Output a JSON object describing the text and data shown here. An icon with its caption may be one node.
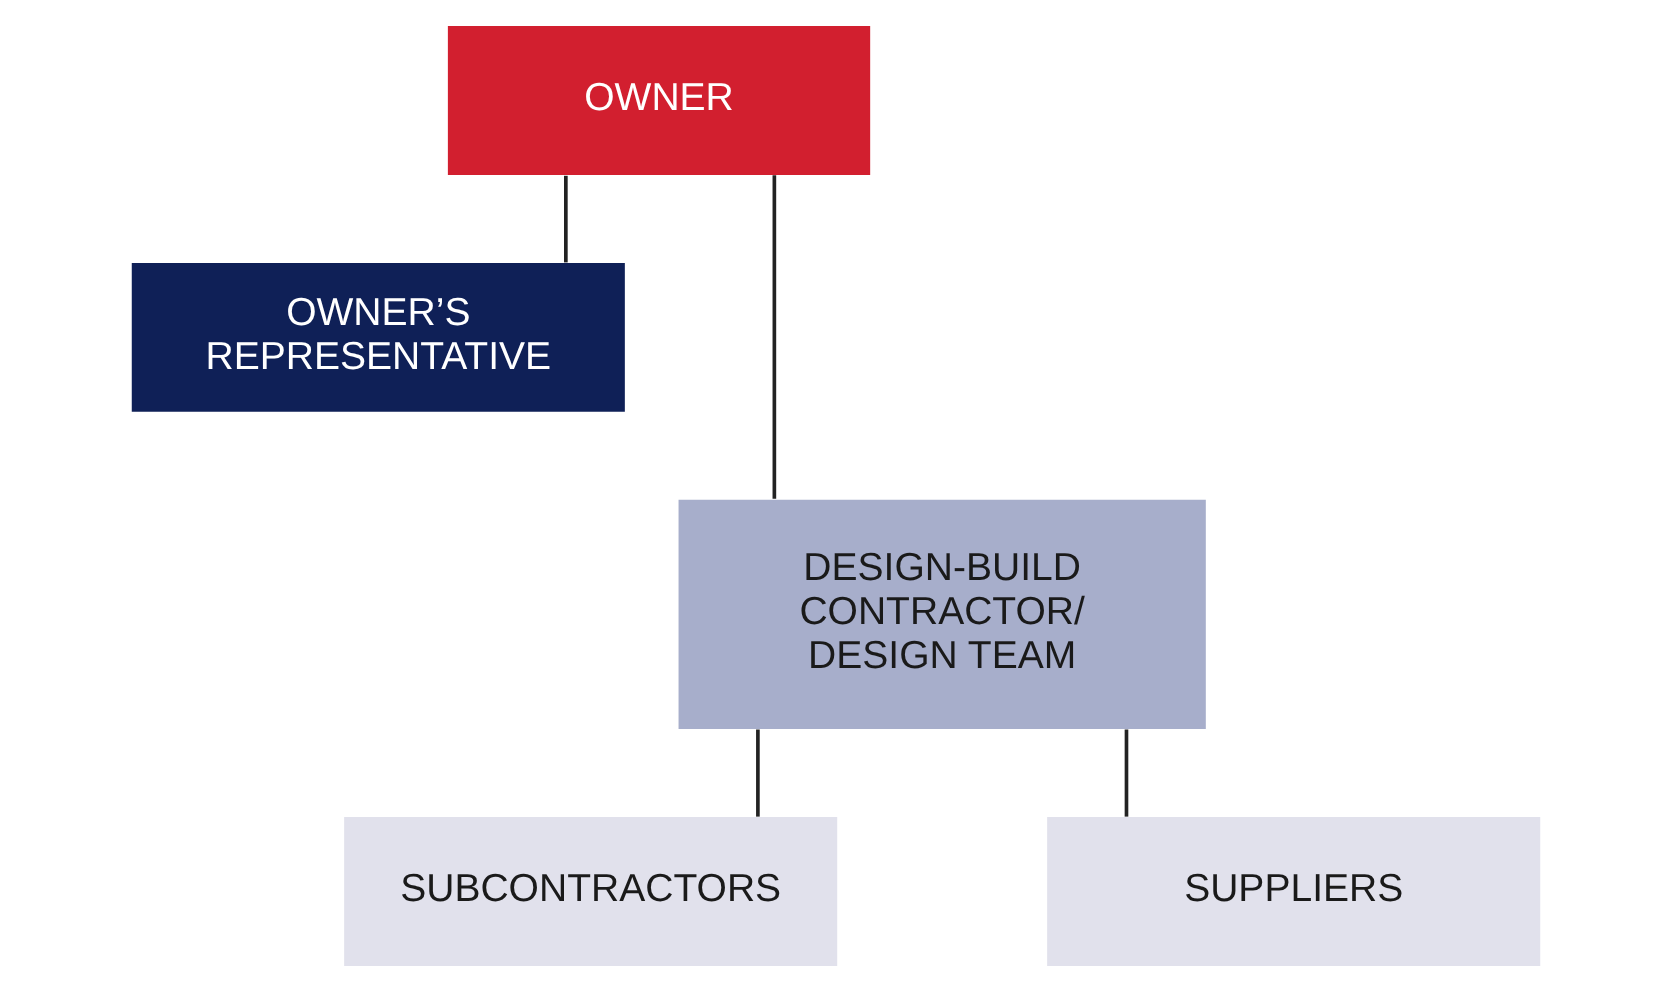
{
  "diagram": {
    "nodes": [
      {
        "text": [
          "OWNER"
        ]
      },
      {
        "text": [
          "OWNER’S REPRESENTATIVE"
        ]
      },
      {
        "text": [
          "DESIGN-BUILD CONTRACTOR/ DESIGN TEAM"
        ]
      },
      {
        "text": [
          "SUBCONTRACTORS"
        ]
      },
      {
        "text": [
          "SUPPLIERS"
        ]
      }
    ],
    "edges": [
      {
        "from": 0,
        "to": 2,
        "arrow": "none"
      },
      {
        "from": 1,
        "to": 0,
        "arrow": "none"
      },
      {
        "from": 2,
        "to": 3,
        "arrow": "none"
      },
      {
        "from": 2,
        "to": 4,
        "arrow": "none"
      }
    ]
  }
}
